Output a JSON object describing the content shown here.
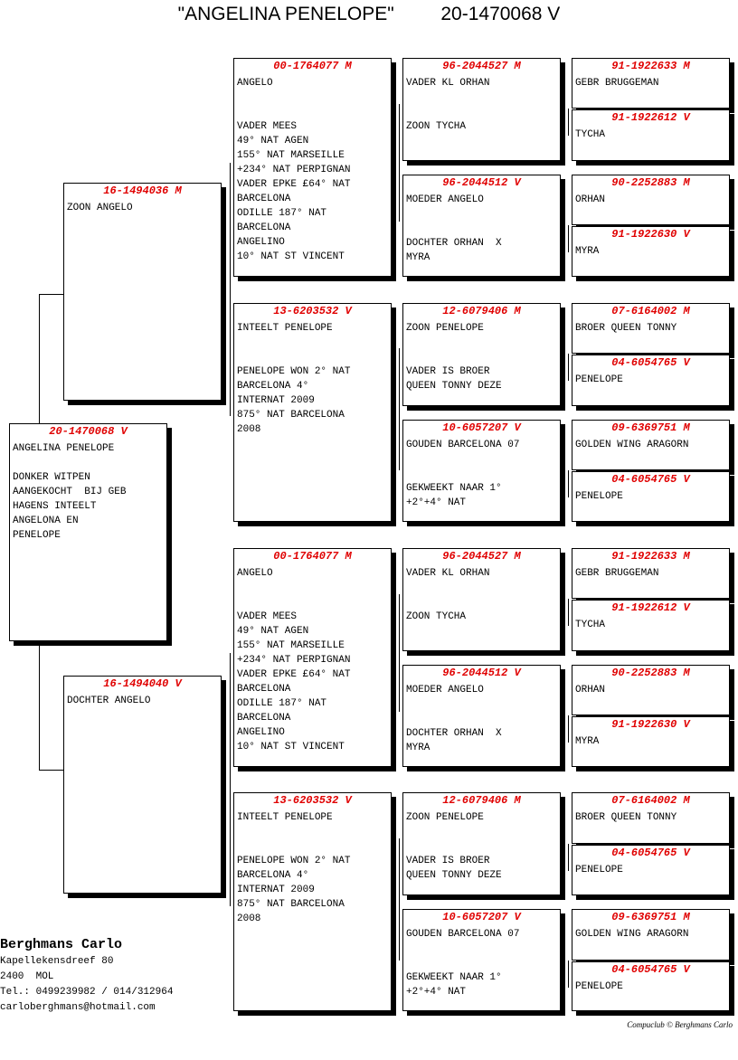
{
  "header": {
    "pigeon_name": "\"ANGELINA PENELOPE\"",
    "ring_number": "20-1470068 V"
  },
  "subject": {
    "ring": "20-1470068 V",
    "text": "ANGELINA PENELOPE\n\nDONKER WITPEN\nAANGEKOCHT  BIJ GEB\nHAGENS INTEELT\nANGELONA EN\nPENELOPE"
  },
  "parents": {
    "father": {
      "ring": "16-1494036 M",
      "text": "ZOON ANGELO"
    },
    "mother": {
      "ring": "16-1494040 V",
      "text": "DOCHTER ANGELO"
    }
  },
  "grandparents": {
    "ff": {
      "ring": "00-1764077 M",
      "text": "ANGELO\n\n\nVADER MEES\n49° NAT AGEN\n155° NAT MARSEILLE\n+234° NAT PERPIGNAN\nVADER EPKE £64° NAT\nBARCELONA\nODILLE 187° NAT\nBARCELONA\nANGELINO\n10° NAT ST VINCENT"
    },
    "fm": {
      "ring": "13-6203532 V",
      "text": "INTEELT PENELOPE\n\n\nPENELOPE WON 2° NAT\nBARCELONA 4°\nINTERNAT 2009\n875° NAT BARCELONA\n2008"
    },
    "mf": {
      "ring": "00-1764077 M",
      "text": "ANGELO\n\n\nVADER MEES\n49° NAT AGEN\n155° NAT MARSEILLE\n+234° NAT PERPIGNAN\nVADER EPKE £64° NAT\nBARCELONA\nODILLE 187° NAT\nBARCELONA\nANGELINO\n10° NAT ST VINCENT"
    },
    "mm": {
      "ring": "13-6203532 V",
      "text": "INTEELT PENELOPE\n\n\nPENELOPE WON 2° NAT\nBARCELONA 4°\nINTERNAT 2009\n875° NAT BARCELONA\n2008"
    }
  },
  "great_grandparents": {
    "fff": {
      "ring": "96-2044527 M",
      "text": "VADER KL ORHAN\n\n\nZOON TYCHA"
    },
    "ffm": {
      "ring": "96-2044512 V",
      "text": "MOEDER ANGELO\n\n\nDOCHTER ORHAN  X\nMYRA"
    },
    "fmf": {
      "ring": "12-6079406 M",
      "text": "ZOON PENELOPE\n\n\nVADER IS BROER\nQUEEN TONNY DEZE"
    },
    "fmm": {
      "ring": "10-6057207 V",
      "text": "GOUDEN BARCELONA 07\n\n\nGEKWEEKT NAAR 1°\n+2°+4° NAT"
    },
    "mff": {
      "ring": "96-2044527 M",
      "text": "VADER KL ORHAN\n\n\nZOON TYCHA"
    },
    "mfm": {
      "ring": "96-2044512 V",
      "text": "MOEDER ANGELO\n\n\nDOCHTER ORHAN  X\nMYRA"
    },
    "mmf": {
      "ring": "12-6079406 M",
      "text": "ZOON PENELOPE\n\n\nVADER IS BROER\nQUEEN TONNY DEZE"
    },
    "mmm": {
      "ring": "10-6057207 V",
      "text": "GOUDEN BARCELONA 07\n\n\nGEKWEEKT NAAR 1°\n+2°+4° NAT"
    }
  },
  "gen5": [
    {
      "ring": "91-1922633 M",
      "text": "GEBR BRUGGEMAN"
    },
    {
      "ring": "91-1922612 V",
      "text": "TYCHA"
    },
    {
      "ring": "90-2252883 M",
      "text": "ORHAN"
    },
    {
      "ring": "91-1922630 V",
      "text": "MYRA"
    },
    {
      "ring": "07-6164002 M",
      "text": "BROER QUEEN TONNY"
    },
    {
      "ring": "04-6054765 V",
      "text": "PENELOPE"
    },
    {
      "ring": "09-6369751 M",
      "text": "GOLDEN WING ARAGORN"
    },
    {
      "ring": "04-6054765 V",
      "text": "PENELOPE"
    },
    {
      "ring": "91-1922633 M",
      "text": "GEBR BRUGGEMAN"
    },
    {
      "ring": "91-1922612 V",
      "text": "TYCHA"
    },
    {
      "ring": "90-2252883 M",
      "text": "ORHAN"
    },
    {
      "ring": "91-1922630 V",
      "text": "MYRA"
    },
    {
      "ring": "07-6164002 M",
      "text": "BROER QUEEN TONNY"
    },
    {
      "ring": "04-6054765 V",
      "text": "PENELOPE"
    },
    {
      "ring": "09-6369751 M",
      "text": "GOLDEN WING ARAGORN"
    },
    {
      "ring": "04-6054765 V",
      "text": "PENELOPE"
    }
  ],
  "owner": {
    "name": "Berghmans Carlo",
    "address": "Kapellekensdreef 80",
    "city": "2400  MOL",
    "phone": "Tel.: 0499239982 / 014/312964",
    "email": "carloberghmans@hotmail.com"
  },
  "footer": "Compuclub © Berghmans Carlo",
  "colors": {
    "ring_text": "#e00000",
    "box_border": "#000000",
    "shadow": "#000000"
  }
}
